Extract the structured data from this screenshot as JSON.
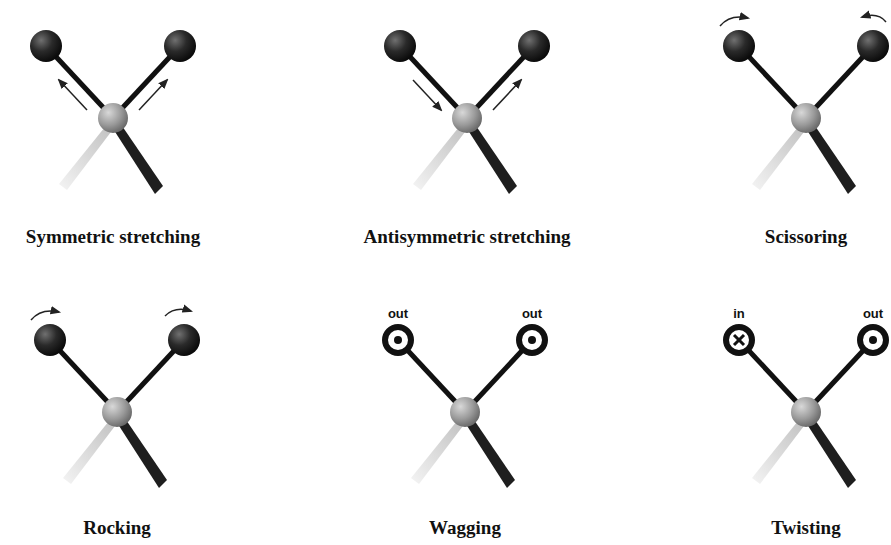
{
  "diagram": {
    "labels": [
      "Symmetric stretching",
      "Antisymmetric stretching",
      "Scissoring",
      "Rocking",
      "Wagging",
      "Twisting",
      "out",
      "out",
      "in",
      "out"
    ]
  }
}
